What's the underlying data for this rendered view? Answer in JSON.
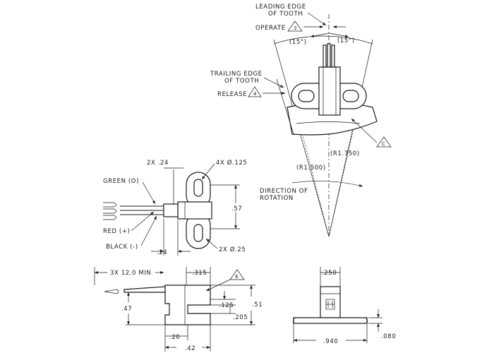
{
  "top_view": {
    "leading_edge_1": "LEADING EDGE",
    "leading_edge_2": "OF TOOTH",
    "operate_label": "OPERATE",
    "operate_note": "3",
    "angle_left": "(15°)",
    "angle_right": "(15°)",
    "trailing_edge_1": "TRAILING EDGE",
    "trailing_edge_2": "OF TOOTH",
    "release_label": "RELEASE",
    "release_note": "4",
    "note_c": "C",
    "radius_outer": "(R1.750)",
    "radius_inner": "(R1.500)",
    "direction_1": "DIRECTION OF",
    "direction_2": "ROTATION"
  },
  "middle_view": {
    "dim_2x_24": "2X .24",
    "dim_4x_dia": "4X Ø.125",
    "green_label": "GREEN (O)",
    "red_label": "RED (+)",
    "black_label": "BLACK (-)",
    "dim_57": ".57",
    "dim_24_bottom": ".24",
    "dim_2x_dia": "2X Ø.25"
  },
  "bottom_left_view": {
    "dim_3x_min": "3X 12.0 MIN",
    "dim_315": ".315",
    "note_6": "6",
    "dim_47": ".47",
    "dim_125": ".125",
    "dim_51": ".51",
    "dim_205": ".205",
    "dim_20": ".20",
    "dim_42": ".42"
  },
  "bottom_right_view": {
    "dim_250": ".250",
    "dim_940": ".940",
    "dim_080": ".080"
  }
}
